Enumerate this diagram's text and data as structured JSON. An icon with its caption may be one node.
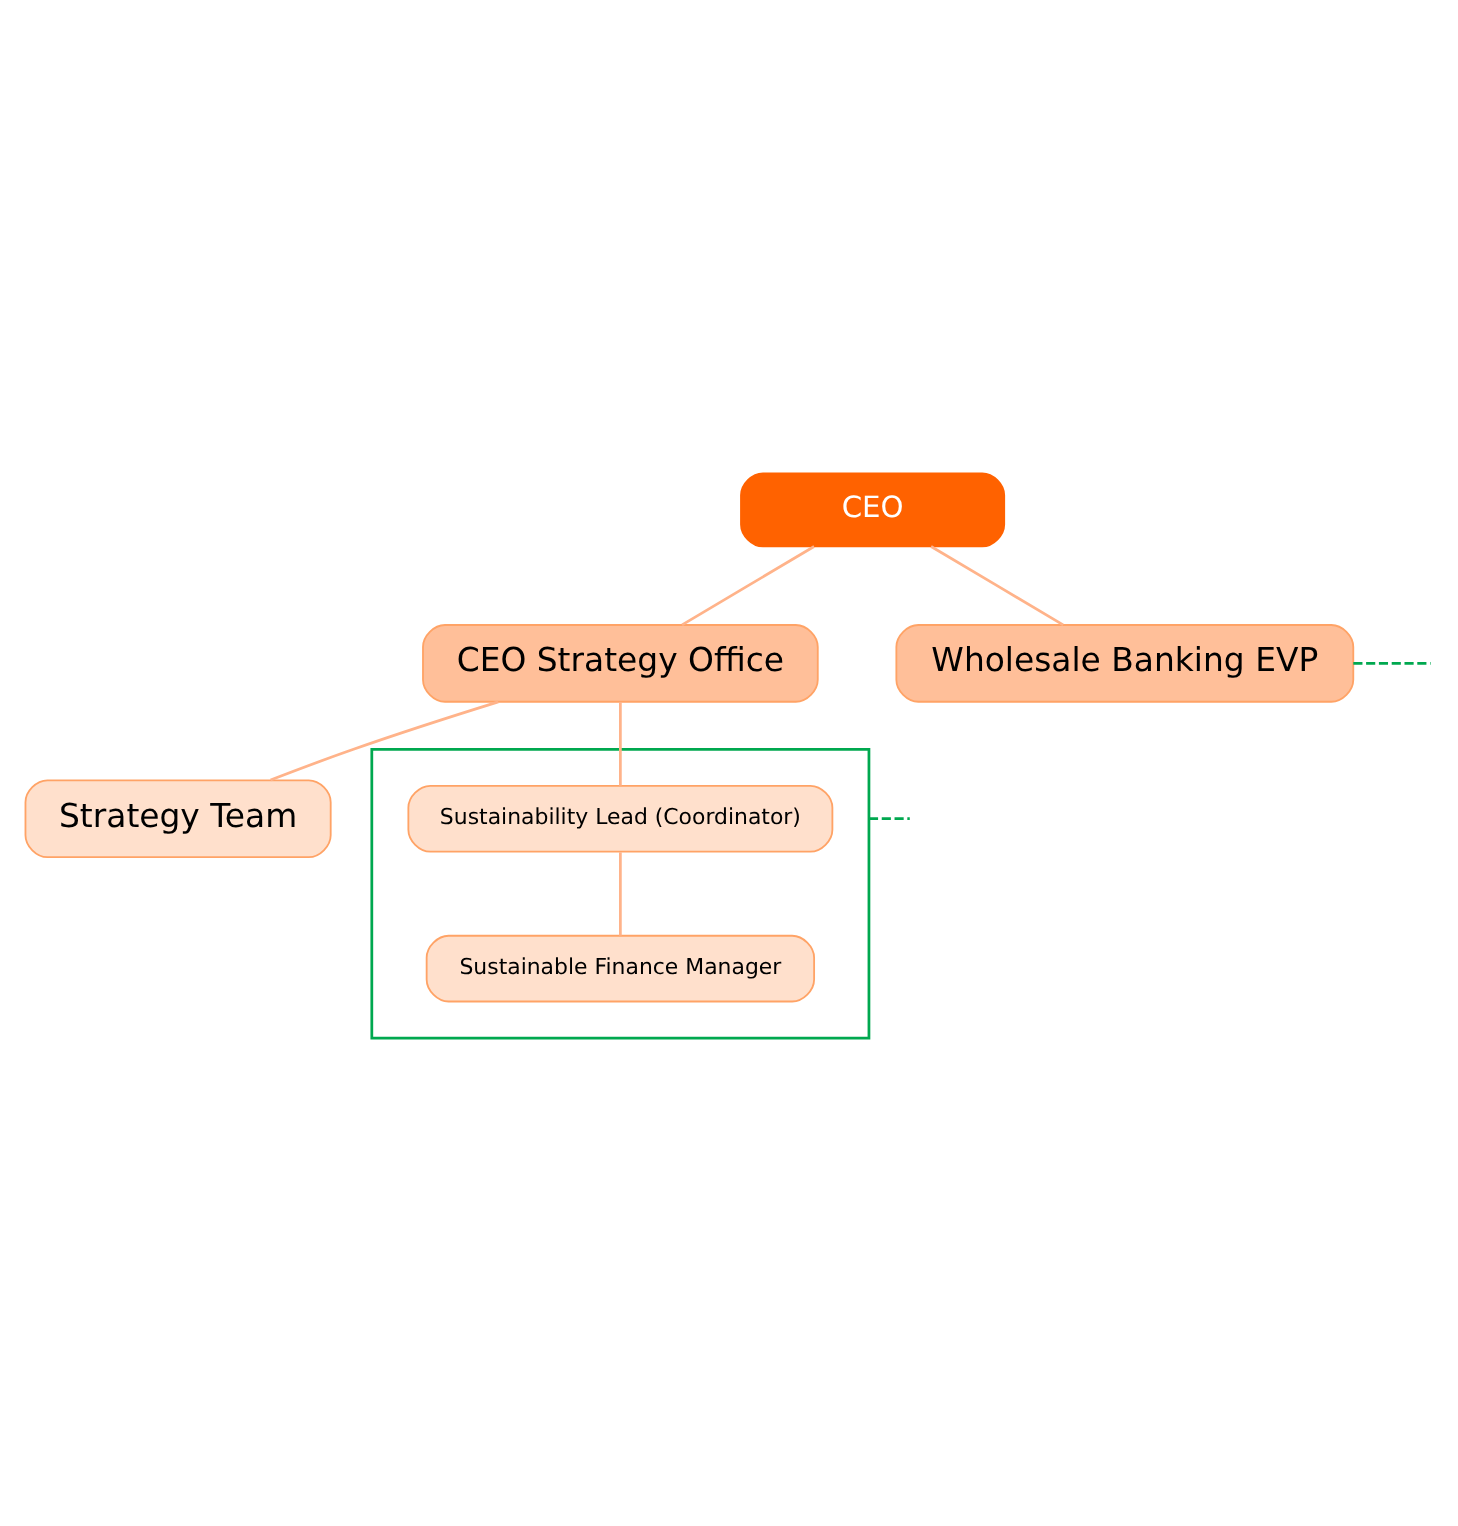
{
  "diagram": {
    "nodes": [
      {
        "text": [
          "CEO"
        ]
      },
      {
        "text": [
          "CEO Strategy Office"
        ]
      },
      {
        "text": [
          "Wholesale Banking EVP"
        ]
      },
      {
        "text": [
          "Strategy Team"
        ]
      },
      {
        "text": [],
        "shape": "box"
      },
      {
        "text": [
          "Sustainability Lead (Coordinator)"
        ],
        "in": 4
      },
      {
        "text": [
          "Sustainable Finance Manager"
        ],
        "in": 4
      }
    ],
    "edges": [
      {
        "from": 0,
        "to": 1,
        "arrow": "none"
      },
      {
        "from": 0,
        "to": 2,
        "arrow": "none"
      },
      {
        "from": 1,
        "to": 3,
        "arrow": "none"
      },
      {
        "from": 1,
        "to": 5,
        "arrow": "none"
      },
      {
        "from": 5,
        "to": 6,
        "arrow": "none"
      },
      {
        "from": 2,
        "to": null,
        "arrow": "none",
        "style": "dashed",
        "color": "#00a84f"
      },
      {
        "from": 4,
        "to": null,
        "arrow": "none",
        "style": "dashed",
        "color": "#00a84f"
      }
    ]
  }
}
